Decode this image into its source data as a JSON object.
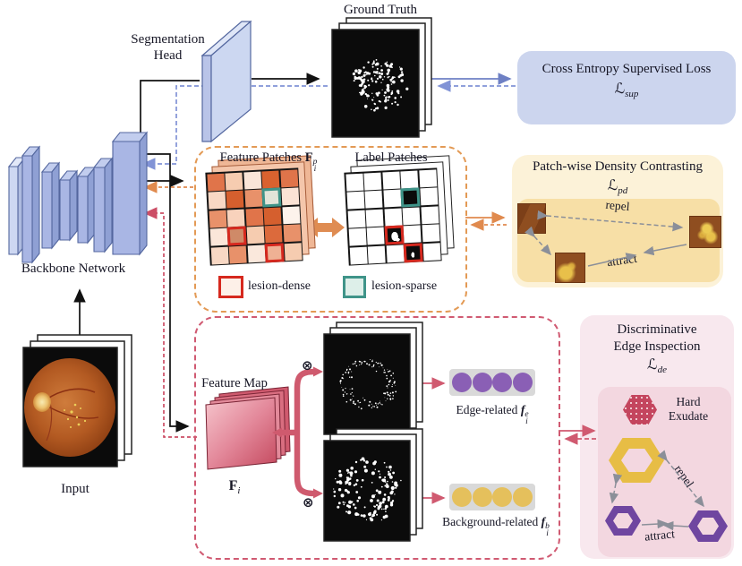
{
  "top": {
    "segmentation_head_line1": "Segmentation",
    "segmentation_head_line2": "Head",
    "ground_truth": "Ground Truth",
    "backbone": "Backbone Network",
    "input": "Input"
  },
  "cross_entropy_box": {
    "title": "Cross Entropy Supervised Loss",
    "loss_symbol": "ℒ",
    "loss_sub": "sup"
  },
  "patch_box": {
    "feature_patches_label": "Feature Patches",
    "feature_symbol": "F",
    "feature_sup": "p",
    "feature_sub": "i",
    "label_patches_label": "Label Patches",
    "legend": [
      {
        "label": "lesion-dense",
        "color": "#d6281e",
        "fill": "#fdf0e8"
      },
      {
        "label": "lesion-sparse",
        "color": "#3f9489",
        "fill": "#ddefe9"
      }
    ],
    "feature_grid_colors": [
      "#e0744a",
      "#f6ccb0",
      "#fae5d8",
      "#d9622f",
      "#e0744a",
      "#f8d8c4",
      "#d55f2e",
      "#e8916a",
      "#e2e4d9",
      "#fbe3d5",
      "#e8916a",
      "#f8d2bc",
      "#e0744a",
      "#d55f2e",
      "#fdf3ec",
      "#fbe6d9",
      "#cf8a68",
      "#f6ccb0",
      "#dc6a3c",
      "#e8916a",
      "#f8d8c4",
      "#e8916a",
      "#fae8dc",
      "#efb194",
      "#f6ccb0"
    ],
    "feature_grid_special": {
      "teal_index": 8,
      "red_indices": [
        16,
        23
      ]
    },
    "label_grid_special": {
      "teal_index": 8,
      "blob_index": 17,
      "small_blob_index": 23
    }
  },
  "density_box": {
    "title": "Patch-wise Density Contrasting",
    "loss_symbol": "ℒ",
    "loss_sub": "pd",
    "repel_label": "repel",
    "attract_label": "attract"
  },
  "edge_box": {
    "feature_map_label": "Feature Map",
    "fm_symbol": "F",
    "fm_sub": "i",
    "otimes": "⊗",
    "edge_related_label": "Edge-related",
    "edge_sym": "f",
    "edge_sup": "e",
    "edge_sub": "i",
    "edge_dot_color": "#8a5fb5",
    "background_related_label": "Background-related",
    "bg_sym": "f",
    "bg_sup": "b",
    "bg_sub": "i",
    "bg_dot_color": "#e5c05c",
    "dot_count": 4
  },
  "inspection_box": {
    "title_line1": "Discriminative",
    "title_line2": "Edge Inspection",
    "loss_symbol": "ℒ",
    "loss_sub": "de",
    "hard_exudate_line1": "Hard",
    "hard_exudate_line2": "Exudate",
    "repel_label": "repel",
    "attract_label": "attract"
  },
  "colors": {
    "backbone_blue": "#a9b6e4",
    "cross_box_blue": "#ccd5ee",
    "orange_dash": "#e08a4e",
    "density_outer": "#fcf2d8",
    "density_inner": "#f7dfa6",
    "inspection_outer": "#f8e8ee",
    "inspection_inner": "#f3d7e0",
    "crimson_dash": "#cc4e66",
    "pink_arrow": "#d05a70",
    "teal_accent": "#3f9489",
    "red_accent": "#d6281e",
    "hex_yellow": "#e7bd45",
    "hex_purple": "#6f46a0",
    "hex_red": "#c4455e",
    "gray_arrow": "#8b8f99"
  }
}
